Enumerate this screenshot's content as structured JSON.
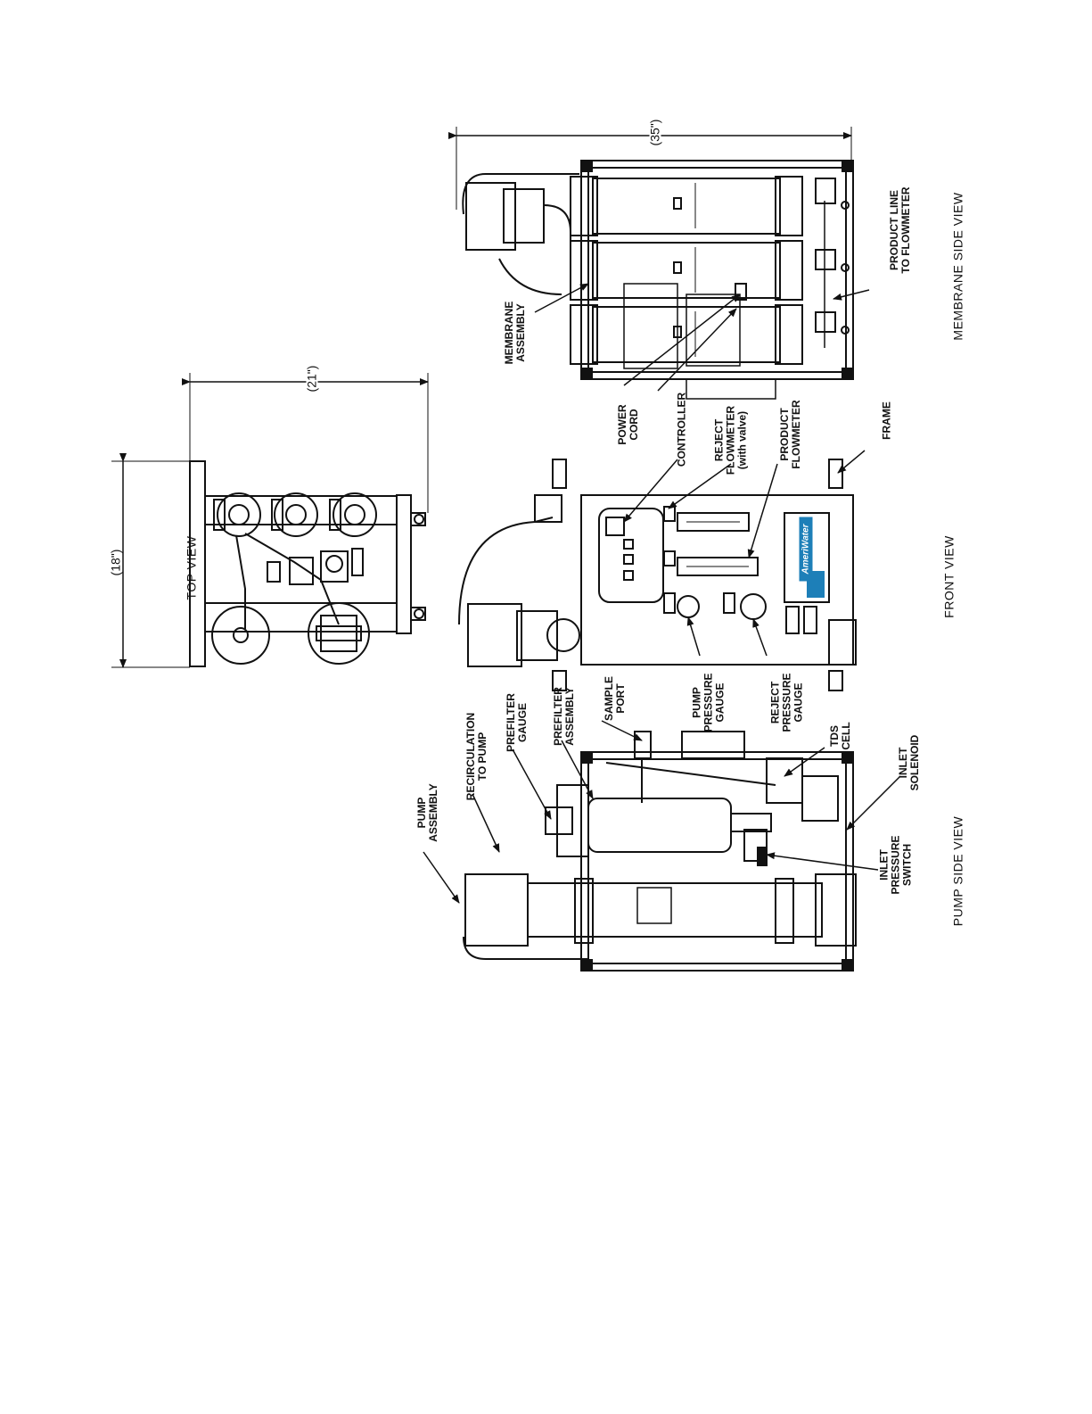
{
  "views": {
    "top": "TOP VIEW",
    "front": "FRONT VIEW",
    "pump_side": "PUMP SIDE VIEW",
    "membrane_side": "MEMBRANE SIDE VIEW"
  },
  "dimensions": {
    "depth": "(18\")",
    "width": "(21\")",
    "height": "(35\")"
  },
  "labels": {
    "membrane_assembly": [
      "MEMBRANE",
      "ASSEMBLY"
    ],
    "product_line": [
      "PRODUCT LINE",
      "TO FLOWMETER"
    ],
    "power_cord": [
      "POWER",
      "CORD"
    ],
    "controller": [
      "CONTROLLER"
    ],
    "reject_flowmeter": [
      "REJECT",
      "FLOWMETER",
      "(with valve)"
    ],
    "product_flowmeter": [
      "PRODUCT",
      "FLOWMETER"
    ],
    "frame": [
      "FRAME"
    ],
    "pump_pressure_gauge": [
      "PUMP",
      "PRESSURE",
      "GAUGE"
    ],
    "reject_pressure_gauge": [
      "REJECT",
      "PRESSURE",
      "GAUGE"
    ],
    "tds_cell": [
      "TDS",
      "CELL"
    ],
    "pump_assembly": [
      "PUMP",
      "ASSEMBLY"
    ],
    "recirculation": [
      "RECIRCULATION",
      "TO PUMP"
    ],
    "prefilter_gauge": [
      "PREFILTER",
      "GAUGE"
    ],
    "prefilter_assembly": [
      "PREFILTER",
      "ASSEMBLY"
    ],
    "sample_port": [
      "SAMPLE",
      "PORT"
    ],
    "inlet_pressure_switch": [
      "INLET",
      "PRESSURE",
      "SWITCH"
    ],
    "inlet_solenoid": [
      "INLET",
      "SOLENOID"
    ]
  },
  "logo_text": "AmeriWater",
  "colors": {
    "ink": "#111111",
    "logo": "#1d7fb8"
  }
}
